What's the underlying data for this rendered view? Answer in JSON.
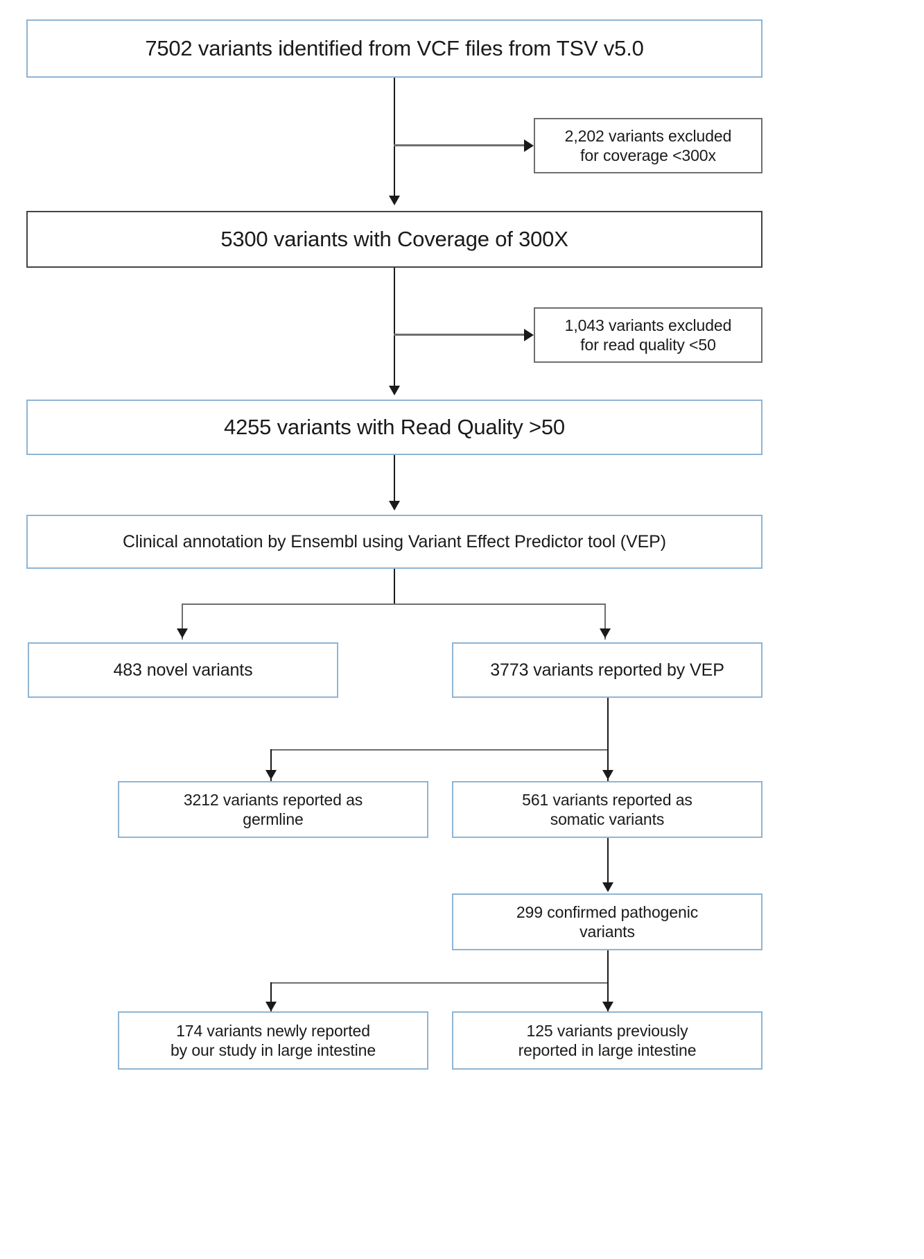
{
  "figure": {
    "type": "flowchart",
    "title": "Variant filtering and annotation workflow",
    "colors": {
      "blue_border": "#8fb4d3",
      "dark_border": "#444444",
      "exclusion_border": "#6e6e6e",
      "connector": "#1a1a1a",
      "background": "#ffffff"
    }
  },
  "nodes": {
    "total_variants": "7502 variants identified from VCF files from TSV v5.0",
    "excluded_coverage": "2,202  variants excluded\nfor coverage <300x",
    "coverage_pass": "5300 variants with Coverage of 300X",
    "excluded_quality": "1,043  variants excluded\nfor read quality <50",
    "quality_pass": "4255 variants with Read Quality >50",
    "annotation": "Clinical annotation by Ensembl using Variant Effect Predictor tool (VEP)",
    "novel": "483 novel variants",
    "reported_vep": "3773 variants reported  by VEP",
    "germline": "3212 variants reported  as\ngermline",
    "somatic": "561 variants reported  as\nsomatic variants",
    "pathogenic": "299 confirmed pathogenic\nvariants",
    "newly_reported": "174 variants newly reported\nby our study in large intestine",
    "previously_reported": "125 variants previously\nreported  in large intestine"
  },
  "flow": {
    "steps": [
      {
        "from": "total_variants",
        "to": "coverage_pass",
        "kind": "main"
      },
      {
        "from": "total_variants",
        "to": "excluded_coverage",
        "kind": "exclusion"
      },
      {
        "from": "coverage_pass",
        "to": "quality_pass",
        "kind": "main"
      },
      {
        "from": "coverage_pass",
        "to": "excluded_quality",
        "kind": "exclusion"
      },
      {
        "from": "quality_pass",
        "to": "annotation",
        "kind": "main"
      },
      {
        "from": "annotation",
        "to": "novel",
        "kind": "branch"
      },
      {
        "from": "annotation",
        "to": "reported_vep",
        "kind": "branch"
      },
      {
        "from": "reported_vep",
        "to": "germline",
        "kind": "branch"
      },
      {
        "from": "reported_vep",
        "to": "somatic",
        "kind": "branch"
      },
      {
        "from": "somatic",
        "to": "pathogenic",
        "kind": "main"
      },
      {
        "from": "pathogenic",
        "to": "newly_reported",
        "kind": "branch"
      },
      {
        "from": "pathogenic",
        "to": "previously_reported",
        "kind": "branch"
      }
    ],
    "counts": {
      "identified": 7502,
      "excluded_low_coverage": 2202,
      "coverage_pass": 5300,
      "excluded_low_quality": 1043,
      "quality_pass": 4255,
      "novel": 483,
      "reported_by_vep": 3773,
      "germline": 3212,
      "somatic": 561,
      "pathogenic": 299,
      "newly_reported": 174,
      "previously_reported": 125
    }
  }
}
